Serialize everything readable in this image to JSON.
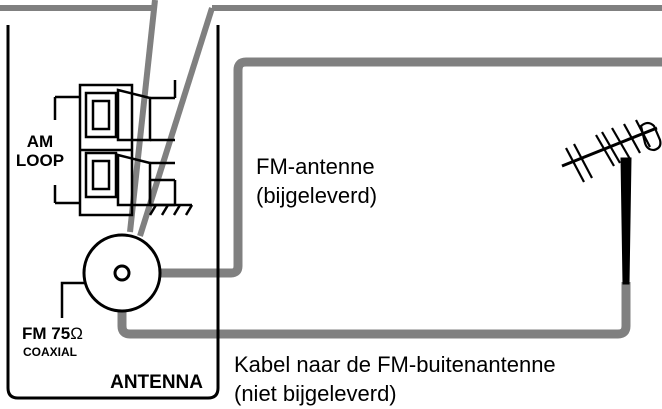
{
  "panel": {
    "am_label_line1": "AM",
    "am_label_line2": "LOOP",
    "fm_label_main": "FM 75",
    "fm_label_ohm": "Ω",
    "fm_label_sub": "COAXIAL",
    "antenna_label": "ANTENNA"
  },
  "captions": {
    "fm_antenna_line1": "FM-antenne",
    "fm_antenna_line2": "(bijgeleverd)",
    "outdoor_line1": "Kabel naar de FM-buitenantenne",
    "outdoor_line2": "(niet bijgeleverd)"
  },
  "colors": {
    "line_black": "#000000",
    "cable_gray": "#808080"
  }
}
